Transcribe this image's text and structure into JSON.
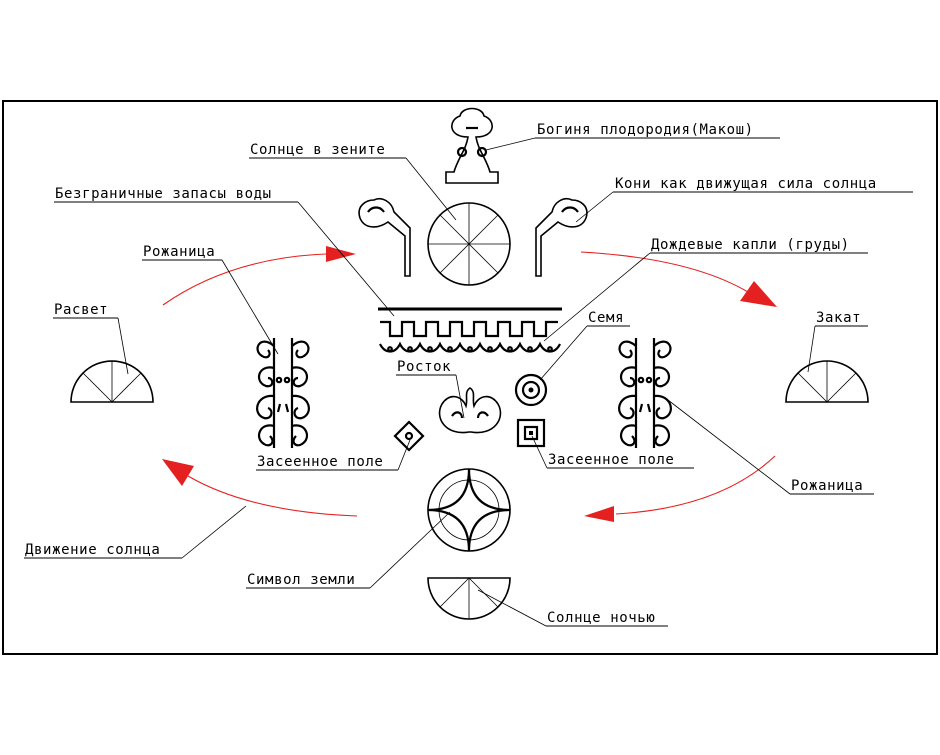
{
  "labels": {
    "makosh": "Богиня плодородия(Макош)",
    "sun_zenith": "Солнце в зените",
    "horses": "Кони как движущая сила солнца",
    "water": "Безграничные запасы воды",
    "rain": "Дождевые капли (груды)",
    "rozhanitsa_left": "Рожаница",
    "rozhanitsa_right": "Рожаница",
    "dawn": "Расвет",
    "sunset": "Закат",
    "seed": "Семя",
    "sprout": "Росток",
    "sown_field_left": "Засеенное поле",
    "sown_field_right": "Засеенное поле",
    "sun_motion": "Движение солнца",
    "earth_symbol": "Символ земли",
    "night_sun": "Солнце ночью"
  },
  "colors": {
    "ink": "#000000",
    "arrow": "#e52020",
    "background": "#ffffff"
  }
}
